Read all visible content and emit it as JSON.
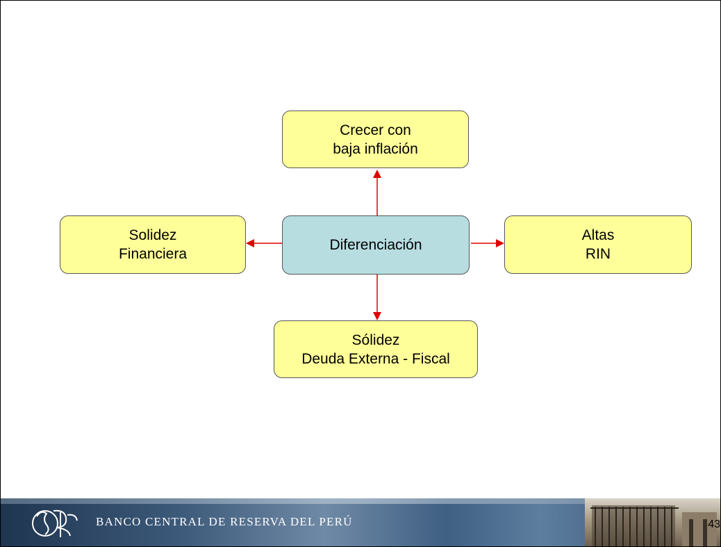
{
  "diagram": {
    "center": "Diferenciación",
    "top": "Crecer con\nbaja inflación",
    "left": "Solidez\nFinanciera",
    "right": "Altas\nRIN",
    "bottom": "Sólidez\nDeuda Externa - Fiscal"
  },
  "colors": {
    "box_fill": "#ffff99",
    "center_fill": "#b7dde1",
    "arrow": "#e00000"
  },
  "footer": {
    "bank_name": "BANCO CENTRAL DE RESERVA DEL PERÚ",
    "page_number": "43"
  }
}
